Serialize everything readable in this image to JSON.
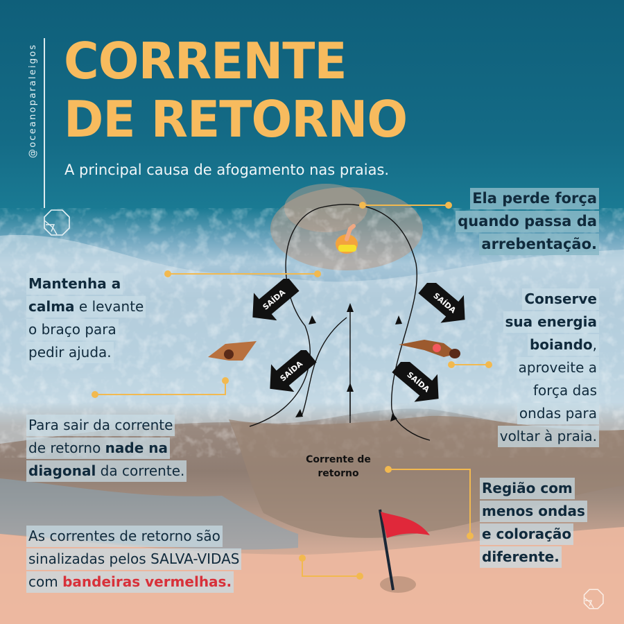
{
  "handle": "@oceanoparaleigos",
  "title": {
    "line1": "CORRENTE",
    "line2": "DE RETORNO",
    "subtitle": "A principal causa de afogamento nas praias."
  },
  "callouts": {
    "perde_forca": [
      "Ela perde força",
      "quando passa da",
      "arrebentação."
    ],
    "mantenha": {
      "l1_bold": "Mantenha a",
      "l2_bold": "calma",
      "l2_rest": " e levante",
      "l3": "o braço para",
      "l4": "pedir ajuda."
    },
    "conserve": {
      "l1": "Conserve",
      "l2": "sua energia",
      "l3_bold": "boiando",
      "l3_rest": ",",
      "l4": "aproveite a",
      "l5": "força das",
      "l6": "ondas para",
      "l7": "voltar à praia."
    },
    "para_sair": {
      "l1": "Para sair da corrente",
      "l2_pre": "de retorno ",
      "l2_bold": "nade na",
      "l3_bold": "diagonal",
      "l3_rest": " da corrente."
    },
    "regiao": [
      "Região com",
      "menos ondas",
      "e coloração",
      "diferente."
    ],
    "sinalizadas": {
      "l1": "As correntes de retorno são",
      "l2": "sinalizadas pelos SALVA-VIDAS",
      "l3_pre": "com ",
      "l3_red": "bandeiras vermelhas."
    }
  },
  "diagram": {
    "current_label_l1": "Corrente de",
    "current_label_l2": "retorno",
    "exit_label": "SAÍDA"
  },
  "colors": {
    "title_yellow": "#f7bb5e",
    "leader_line": "#f2b94f",
    "flag_red": "#e0283a",
    "text_dark": "#102a3c",
    "highlight_red": "#d8313a"
  },
  "icons": [
    "octagon-logo-icon",
    "red-flag-icon",
    "swimmer-icon",
    "exit-arrow-icon",
    "current-arrow-icon"
  ]
}
